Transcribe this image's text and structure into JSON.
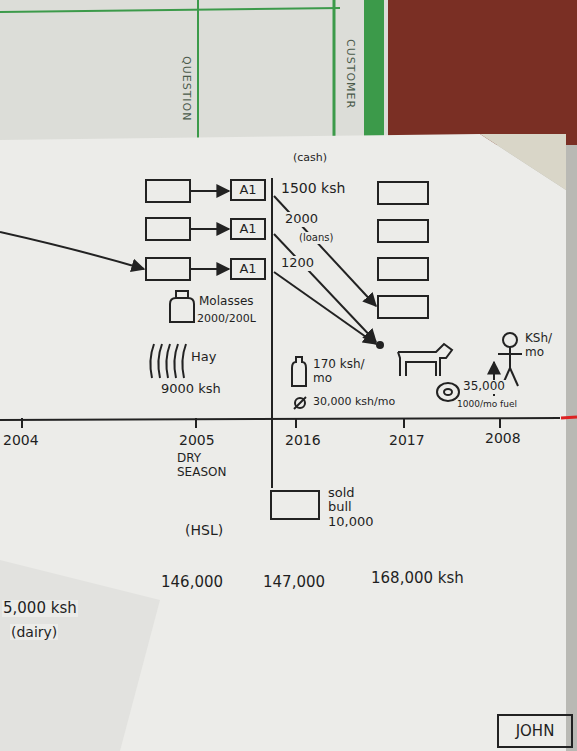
{
  "diagram": {
    "nodes": [
      {
        "text": [
          "A1"
        ]
      },
      {
        "text": [
          "A1"
        ]
      },
      {
        "text": [
          "A1"
        ]
      },
      {
        "text": [
          "sold bull 10,000"
        ]
      },
      {
        "text": [
          "JOHN"
        ]
      }
    ],
    "labels": [
      "QUESTION",
      "CUSTOMER",
      "(cash)",
      "1500 ksh",
      "2000",
      "(loans)",
      "1200",
      "Molasses",
      "2000/200L",
      "Hay",
      "9000 ksh",
      "170 ksh/ mo",
      "30,000 ksh/mo",
      "35,000",
      "1000/mo fuel",
      "KSh/ mo",
      "2004",
      "2005",
      "2016",
      "2017",
      "2008",
      "DRY SEASON",
      "(HSL)",
      "146,000",
      "147,000",
      "168,000 ksh",
      "5,000 ksh",
      "(dairy)"
    ]
  }
}
